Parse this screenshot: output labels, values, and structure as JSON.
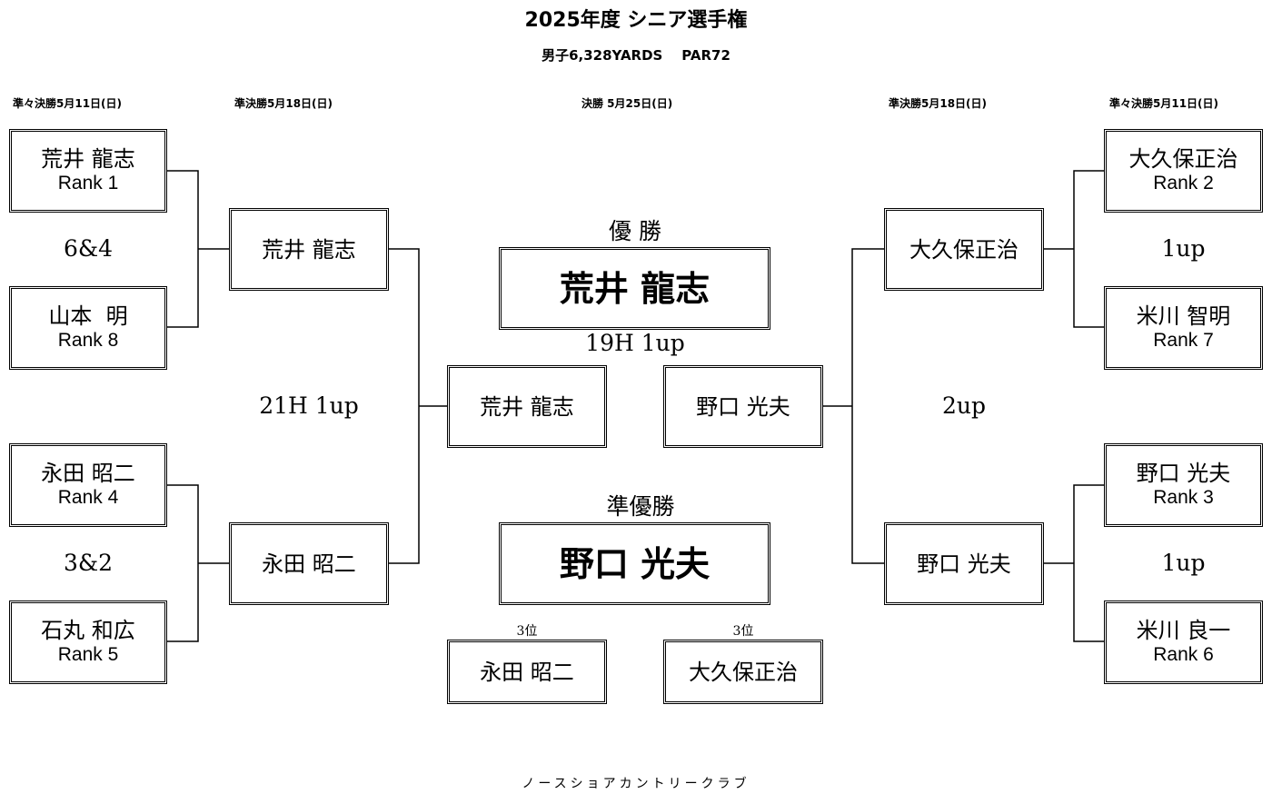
{
  "header": {
    "title": "2025年度 シニア選手権",
    "subtitle": "男子6,328YARDS    PAR72"
  },
  "round_headers": {
    "left_qf": "準々決勝5月11日(日)",
    "left_sf": "準決勝5月18日(日)",
    "final": "決勝 5月25日(日)",
    "right_sf": "準決勝5月18日(日)",
    "right_qf": "準々決勝5月11日(日)"
  },
  "left_qf": [
    {
      "name": "荒井 龍志",
      "rank": "Rank 1"
    },
    {
      "name": "山本  明",
      "rank": "Rank 8"
    },
    {
      "name": "永田 昭二",
      "rank": "Rank 4"
    },
    {
      "name": "石丸 和広",
      "rank": "Rank 5"
    }
  ],
  "right_qf": [
    {
      "name": "大久保正治",
      "rank": "Rank 2"
    },
    {
      "name": "米川 智明",
      "rank": "Rank 7"
    },
    {
      "name": "野口 光夫",
      "rank": "Rank 3"
    },
    {
      "name": "米川 良一",
      "rank": "Rank 6"
    }
  ],
  "left_sf": [
    "荒井 龍志",
    "永田 昭二"
  ],
  "right_sf": [
    "大久保正治",
    "野口 光夫"
  ],
  "finalists": [
    "荒井 龍志",
    "野口 光夫"
  ],
  "scores": {
    "left_qf_top": "6&4",
    "left_qf_bottom": "3&2",
    "left_sf": "21H 1up",
    "right_qf_top": "1up",
    "right_qf_bottom": "1up",
    "right_sf": "2up",
    "final": "19H 1up"
  },
  "results": {
    "champion_label": "優 勝",
    "champion": "荒井 龍志",
    "runner_up_label": "準優勝",
    "runner_up": "野口 光夫",
    "third_label_left": "3位",
    "third_left": "永田 昭二",
    "third_label_right": "3位",
    "third_right": "大久保正治"
  },
  "footer": "ノースショアカントリークラブ"
}
